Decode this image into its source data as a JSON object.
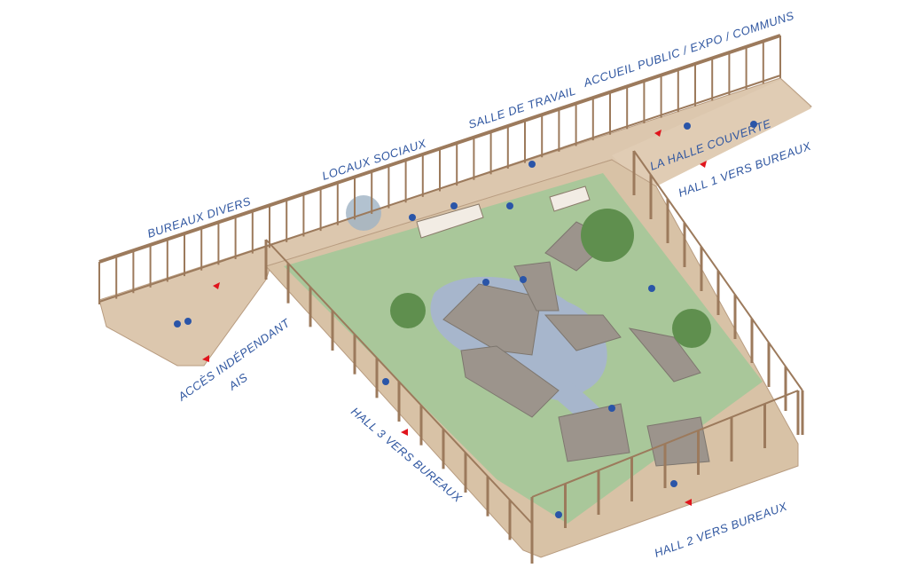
{
  "labels": {
    "bureaux_divers": "BUREAUX DIVERS",
    "locaux_sociaux": "LOCAUX SOCIAUX",
    "salle_de_travail": "SALLE DE TRAVAIL",
    "accueil": "ACCUEIL PUBLIC / EXPO / COMMUNS",
    "halle_couverte": "LA HALLE COUVERTE",
    "hall1": "HALL 1 VERS BUREAUX",
    "acces_independant": "ACCÈS INDÉPENDANT",
    "ais": "AIS",
    "hall3": "HALL 3 VERS BUREAUX",
    "hall2": "HALL 2 VERS BUREAUX"
  },
  "colors": {
    "label": "#2f56a0",
    "deck": "#dcc7ae",
    "frame": "#9c7a5c",
    "garden": "#a9c79a",
    "water": "#a7b6cc",
    "slab": "#9c948c",
    "figure": "#2a55a8",
    "arrow": "#e0141c"
  }
}
